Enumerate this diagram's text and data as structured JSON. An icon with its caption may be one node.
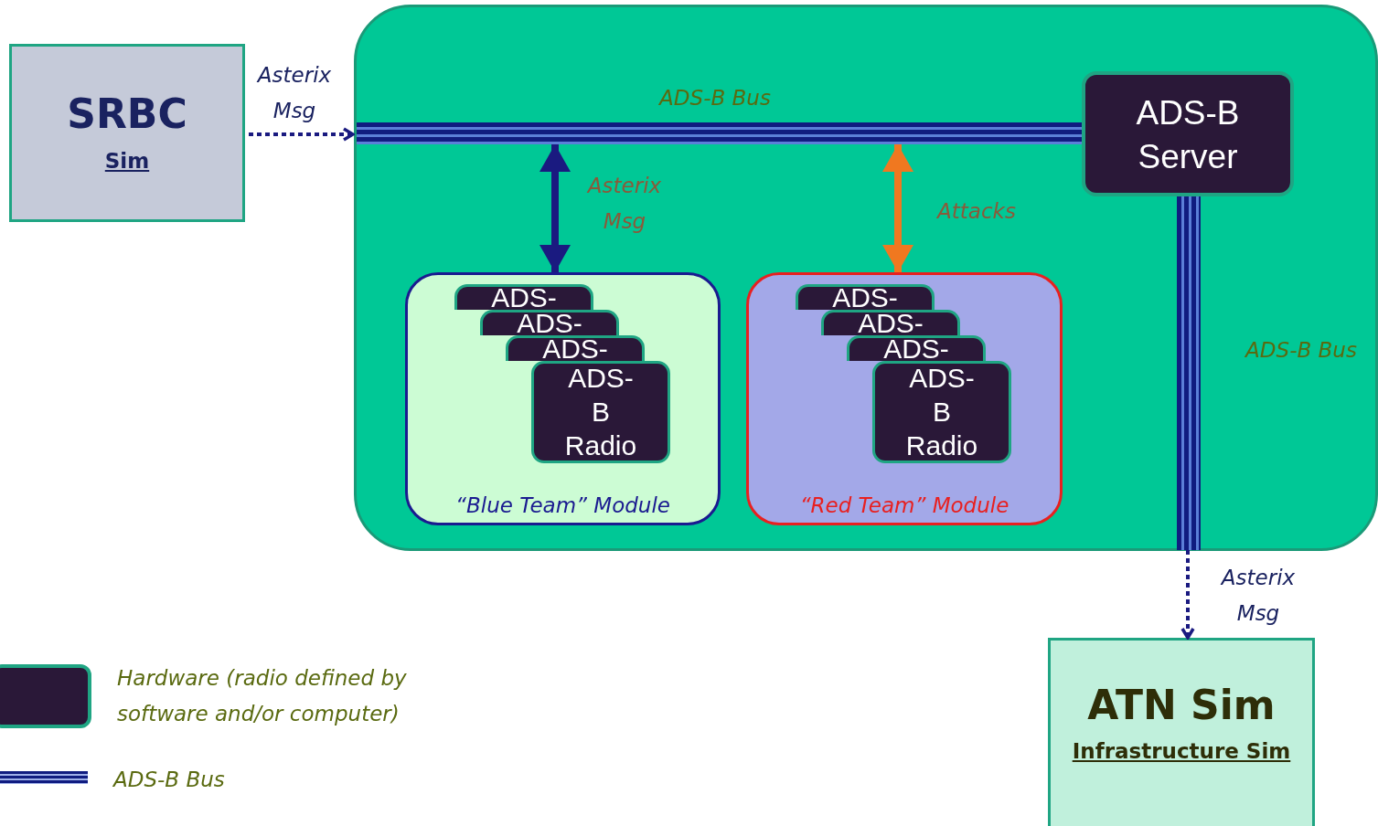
{
  "diagram": {
    "nodes": [
      {
        "text": [
          "SRBC",
          "Sim"
        ]
      },
      {
        "text": [],
        "shape": "box"
      },
      {
        "text": [
          "ADS-B Server"
        ],
        "in": 1
      },
      {
        "text": [],
        "shape": "bar",
        "beside": [
          "ADS-B Bus"
        ],
        "in": 1
      },
      {
        "text": [],
        "shape": "bar",
        "beside": [
          "ADS-B Bus"
        ],
        "in": 1
      },
      {
        "text": [
          "“Blue Team” Module"
        ],
        "in": 1
      },
      {
        "text": [
          "ADS-"
        ],
        "in": 5
      },
      {
        "text": [
          "ADS-"
        ],
        "in": 5
      },
      {
        "text": [
          "ADS-"
        ],
        "in": 5
      },
      {
        "text": [
          "ADS-B Radio"
        ],
        "in": 5
      },
      {
        "text": [
          "“Red Team” Module"
        ],
        "in": 1
      },
      {
        "text": [
          "ADS-"
        ],
        "in": 10
      },
      {
        "text": [
          "ADS-"
        ],
        "in": 10
      },
      {
        "text": [
          "ADS-"
        ],
        "in": 10
      },
      {
        "text": [
          "ADS-B Radio"
        ],
        "in": 10
      },
      {
        "text": [
          "ATN Sim",
          "Infrastructure Sim"
        ]
      }
    ],
    "edges": [
      {
        "from": 0,
        "to": 3,
        "arrow": "to",
        "label": "Asterix Msg",
        "style": "dashed"
      },
      {
        "from": 3,
        "to": 5,
        "arrow": "both",
        "label": "Asterix Msg",
        "style": "thick"
      },
      {
        "from": 3,
        "to": 10,
        "arrow": "both",
        "label": "Attacks",
        "style": "thick",
        "color": "#f07820"
      },
      {
        "from": 4,
        "to": 15,
        "arrow": "to",
        "label": "Asterix Msg",
        "style": "dashed"
      }
    ],
    "legend": [
      {
        "text": "Hardware (radio defined by software and/or computer)",
        "color": "#2a1838"
      },
      {
        "text": "ADS-B Bus"
      }
    ]
  }
}
